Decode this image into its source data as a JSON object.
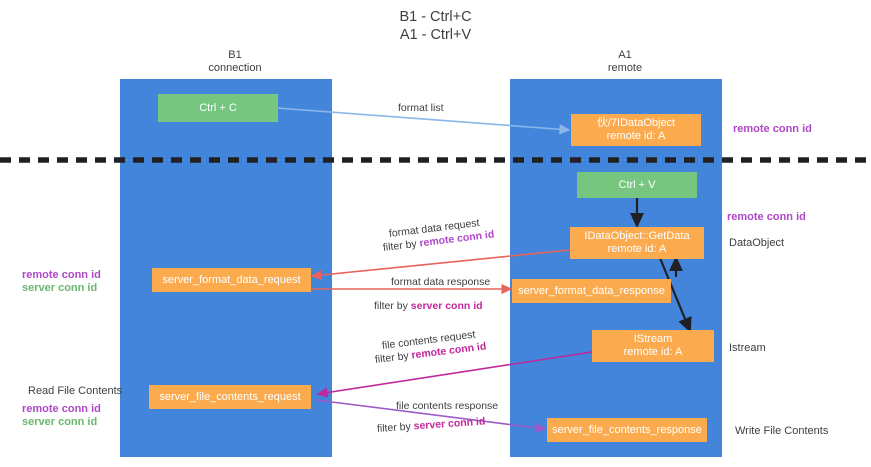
{
  "title": {
    "line1": "B1 - Ctrl+C",
    "line2": "A1 - Ctrl+V"
  },
  "columns": [
    {
      "name": "B1",
      "role": "connection"
    },
    {
      "name": "A1",
      "role": "remote"
    }
  ],
  "colors": {
    "lane": "#4285db",
    "green_box": "#77c680",
    "orange_box": "#fbab4e",
    "remote_conn_id": "#b047c8",
    "server_conn_id_green": "#68b96e",
    "server_conn_id_magenta": "#c2279c",
    "arrow_blue": "#8ab6e8",
    "arrow_red": "#e8635a",
    "arrow_black": "#202124",
    "arrow_magenta": "#c2279c",
    "arrow_purple": "#9b5bc8",
    "divider": "#202124"
  },
  "nodes": {
    "ctrl_c": {
      "label": "Ctrl + C"
    },
    "ctrl_v": {
      "label": "Ctrl + V"
    },
    "remote_dataobject": {
      "line1": "伙/7IDataObject",
      "line2": "remote id: A"
    },
    "getdata": {
      "line1": "IDataObject::GetData",
      "line2": "remote id: A"
    },
    "istream": {
      "line1": "IStream",
      "line2": "remote id: A"
    },
    "server_format_data_request": {
      "label": "server_format_data_request"
    },
    "server_format_data_response": {
      "label": "server_format_data_response"
    },
    "server_file_contents_request": {
      "label": "server_file_contents_request"
    },
    "server_file_contents_response": {
      "label": "server_file_contents_response"
    }
  },
  "right_labels": {
    "remote_conn_id_top": "remote conn id",
    "remote_conn_id_mid": "remote conn id",
    "dataobject": "DataObject",
    "istream": "Istream",
    "write_file_contents": "Write File Contents"
  },
  "left_labels": {
    "remote_conn_id_mid": "remote conn id",
    "server_conn_id_mid": "server conn id",
    "read_file_contents": "Read File Contents",
    "remote_conn_id_bottom": "remote conn id",
    "server_conn_id_bottom": "server conn id"
  },
  "edges": {
    "format_list": "format list",
    "format_data_request": "format data request",
    "format_data_request_filter_prefix": "filter by ",
    "format_data_request_filter_key": "remote conn id",
    "format_data_response": "format data response",
    "format_data_response_filter_prefix": "filter by ",
    "format_data_response_filter_key": "server conn id",
    "file_contents_request": "file contents request",
    "file_contents_request_filter_prefix": "filter by ",
    "file_contents_request_filter_key": "remote conn id",
    "file_contents_response": "file contents response",
    "file_contents_response_filter_prefix": "filter by ",
    "file_contents_response_filter_key": "server conn id"
  }
}
